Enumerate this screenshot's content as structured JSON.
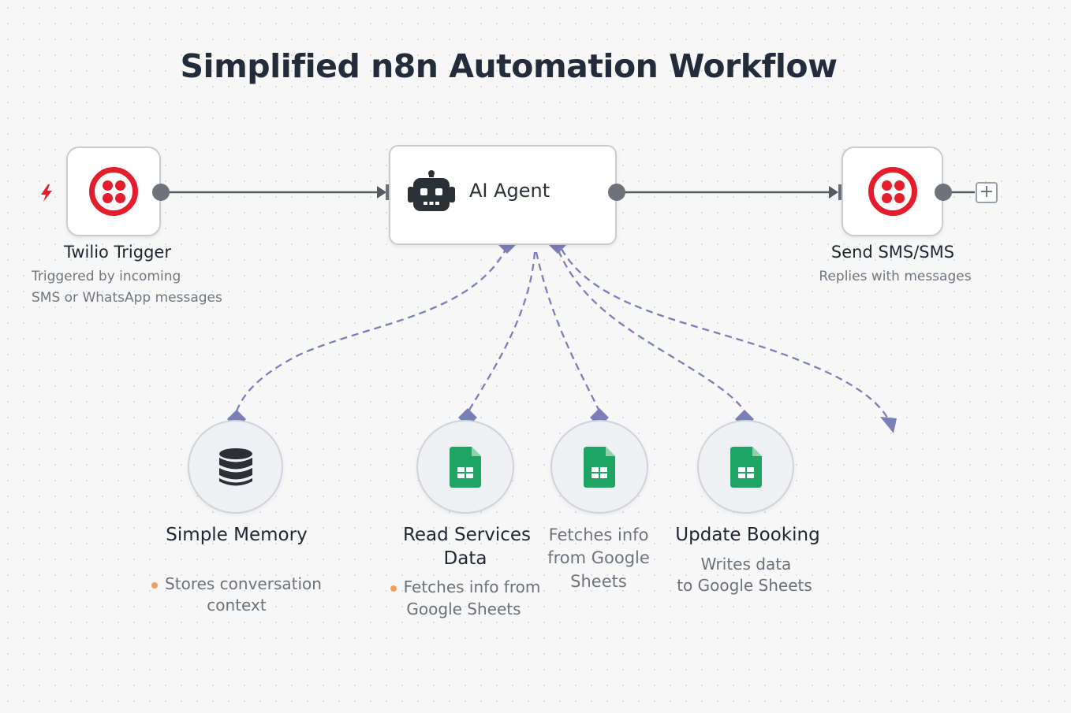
{
  "title": "Simplified n8n Automation Workflow",
  "colors": {
    "twilio_red": "#e31d2b",
    "sheets_green": "#1fa463",
    "connector_purple": "#7a7fb8",
    "line_gray": "#555a63",
    "bullet_orange": "#f0a060"
  },
  "nodes": {
    "trigger": {
      "name": "Twilio Trigger",
      "desc_line1": "Triggered by incoming",
      "desc_line2": "SMS or WhatsApp messages",
      "icon": "twilio-icon",
      "badge_icon": "lightning-icon"
    },
    "agent": {
      "name": "AI Agent",
      "icon": "robot-icon"
    },
    "send": {
      "name": "Send SMS/SMS",
      "desc": "Replies with messages",
      "icon": "twilio-icon",
      "add_label": "+"
    }
  },
  "tools": {
    "memory": {
      "name": "Simple Memory",
      "desc_line1": "Stores conversation",
      "desc_line2": "context",
      "icon": "database-icon"
    },
    "read_services": {
      "name_line1": "Read Services",
      "name_line2": "Data",
      "desc_line1": "Fetches info from",
      "desc_line2": "Google Sheets",
      "icon": "google-sheets-icon"
    },
    "fetch": {
      "desc_line1": "Fetches info",
      "desc_line2": "from Google",
      "desc_line3": "Sheets",
      "icon": "google-sheets-icon"
    },
    "update_booking": {
      "name": "Update Booking",
      "desc_line1": "Writes data",
      "desc_line2": "to Google Sheets",
      "icon": "google-sheets-icon"
    }
  }
}
